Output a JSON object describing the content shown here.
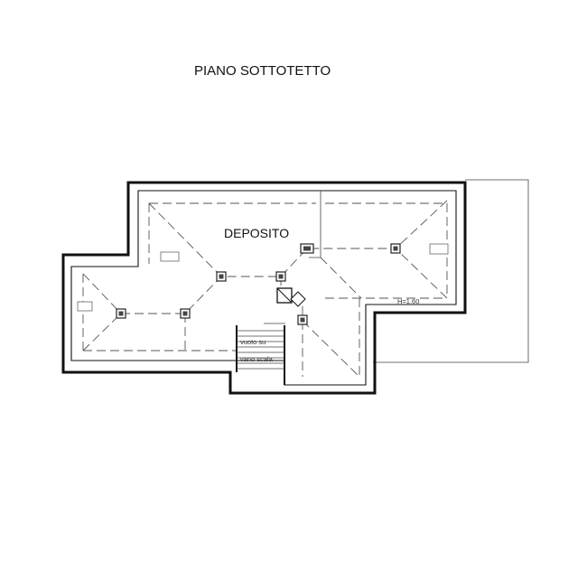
{
  "plan": {
    "title": "PIANO SOTTOTETTO",
    "room_label": "DEPOSITO",
    "height_note": "H=1.60",
    "stair_label_line1": "vuoto su",
    "stair_label_line2": "vano scala"
  },
  "colors": {
    "walls": "#111111",
    "roof_lines": "#555555",
    "background": "#ffffff"
  }
}
